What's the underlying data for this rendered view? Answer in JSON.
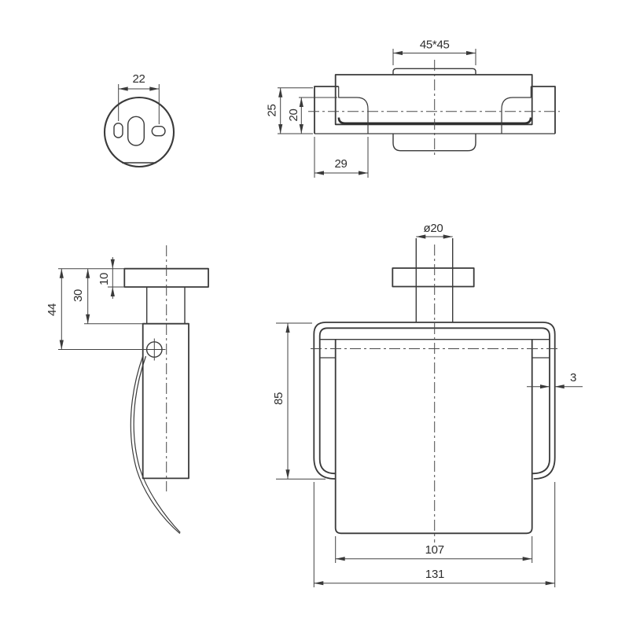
{
  "colors": {
    "background": "#ffffff",
    "line": "#3a3a3a",
    "text": "#2e2e2e"
  },
  "dimensions": {
    "backplate": {
      "slot_spacing": "22"
    },
    "top_view": {
      "plate_size": "45*45",
      "depth_outer": "25",
      "depth_inner": "20",
      "end_width": "29"
    },
    "side_view": {
      "plate_thickness": "10",
      "stem_length": "30",
      "screw_offset": "44"
    },
    "front_view": {
      "stem_diameter": "ø20",
      "height": "85",
      "bar_thickness": "3",
      "inner_width": "107",
      "overall_width": "131"
    }
  }
}
